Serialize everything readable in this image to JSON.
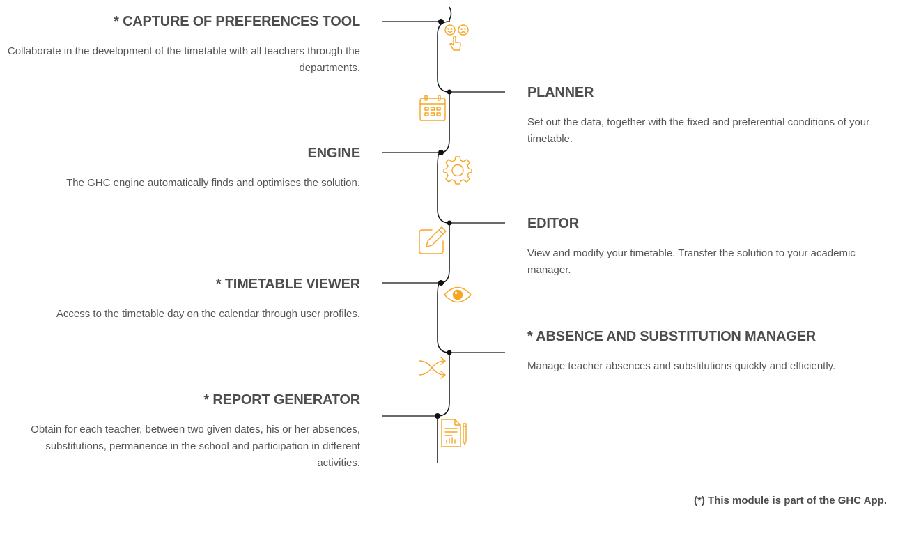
{
  "modules": [
    {
      "title": "* CAPTURE OF PREFERENCES TOOL",
      "description": "Collaborate in the development of the timetable with all teachers through the departments.",
      "icon": "preferences-icon"
    },
    {
      "title": "PLANNER",
      "description": "Set out the data, together with the fixed and preferential conditions of your timetable.",
      "icon": "calendar-icon"
    },
    {
      "title": "ENGINE",
      "description": "The GHC engine automatically finds and optimises the solution.",
      "icon": "gear-icon"
    },
    {
      "title": "EDITOR",
      "description": "View and modify your timetable. Transfer the solution to your academic manager.",
      "icon": "edit-icon"
    },
    {
      "title": "* TIMETABLE VIEWER",
      "description": "Access to the timetable day on the calendar through user profiles.",
      "icon": "eye-icon"
    },
    {
      "title": "* ABSENCE AND SUBSTITUTION MANAGER",
      "description": "Manage teacher absences and substitutions quickly and efficiently.",
      "icon": "shuffle-icon"
    },
    {
      "title": "* REPORT GENERATOR",
      "description": "Obtain for each teacher, between two given dates, his or her absences, substitutions, permanence in the school and participation in different activities.",
      "icon": "report-icon"
    }
  ],
  "footnote": "(*) This module is part of the GHC App.",
  "colors": {
    "accent": "#f5a623",
    "text": "#555555",
    "heading": "#4d4d4d",
    "line": "#111111"
  }
}
